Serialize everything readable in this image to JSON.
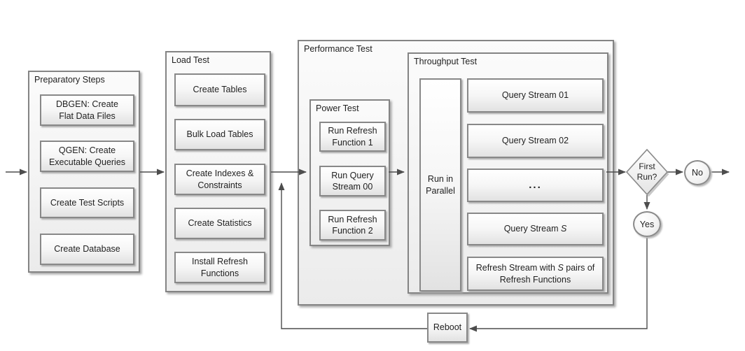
{
  "flow": {
    "prep": {
      "title": "Preparatory Steps",
      "steps": [
        {
          "label": "DBGEN: Create\nFlat Data Files"
        },
        {
          "label": "QGEN: Create\nExecutable Queries"
        },
        {
          "label": "Create Test Scripts"
        },
        {
          "label": "Create Database"
        }
      ]
    },
    "load": {
      "title": "Load Test",
      "steps": [
        {
          "label": "Create Tables"
        },
        {
          "label": "Bulk Load Tables"
        },
        {
          "label": "Create Indexes &\nConstraints"
        },
        {
          "label": "Create Statistics"
        },
        {
          "label": "Install Refresh\nFunctions"
        }
      ]
    },
    "performance": {
      "title": "Performance Test",
      "power": {
        "title": "Power Test",
        "steps": [
          {
            "label": "Run Refresh\nFunction 1"
          },
          {
            "label": "Run Query\nStream 00"
          },
          {
            "label": "Run Refresh\nFunction 2"
          }
        ]
      },
      "throughput": {
        "title": "Throughput Test",
        "parallel_label": "Run in\nParallel",
        "streams": [
          {
            "label": "Query Stream 01"
          },
          {
            "label": "Query Stream 02"
          },
          {
            "label": "..."
          },
          {
            "prefix": "Query Stream ",
            "italic_var": "S",
            "suffix": ""
          },
          {
            "prefix": "Refresh Stream with ",
            "italic_var": "S",
            "suffix": " pairs of Refresh Functions"
          }
        ]
      }
    },
    "decision": {
      "label": "First\nRun?"
    },
    "branch_no": {
      "label": "No"
    },
    "branch_yes": {
      "label": "Yes"
    },
    "reboot": {
      "label": "Reboot"
    }
  },
  "colors": {
    "background": "#ffffff",
    "box_border": "#868686",
    "box_fill_top": "#ffffff",
    "box_fill_bottom": "#e2e2e2",
    "connector": "#4d4d4d",
    "text": "#1f1f1f"
  }
}
